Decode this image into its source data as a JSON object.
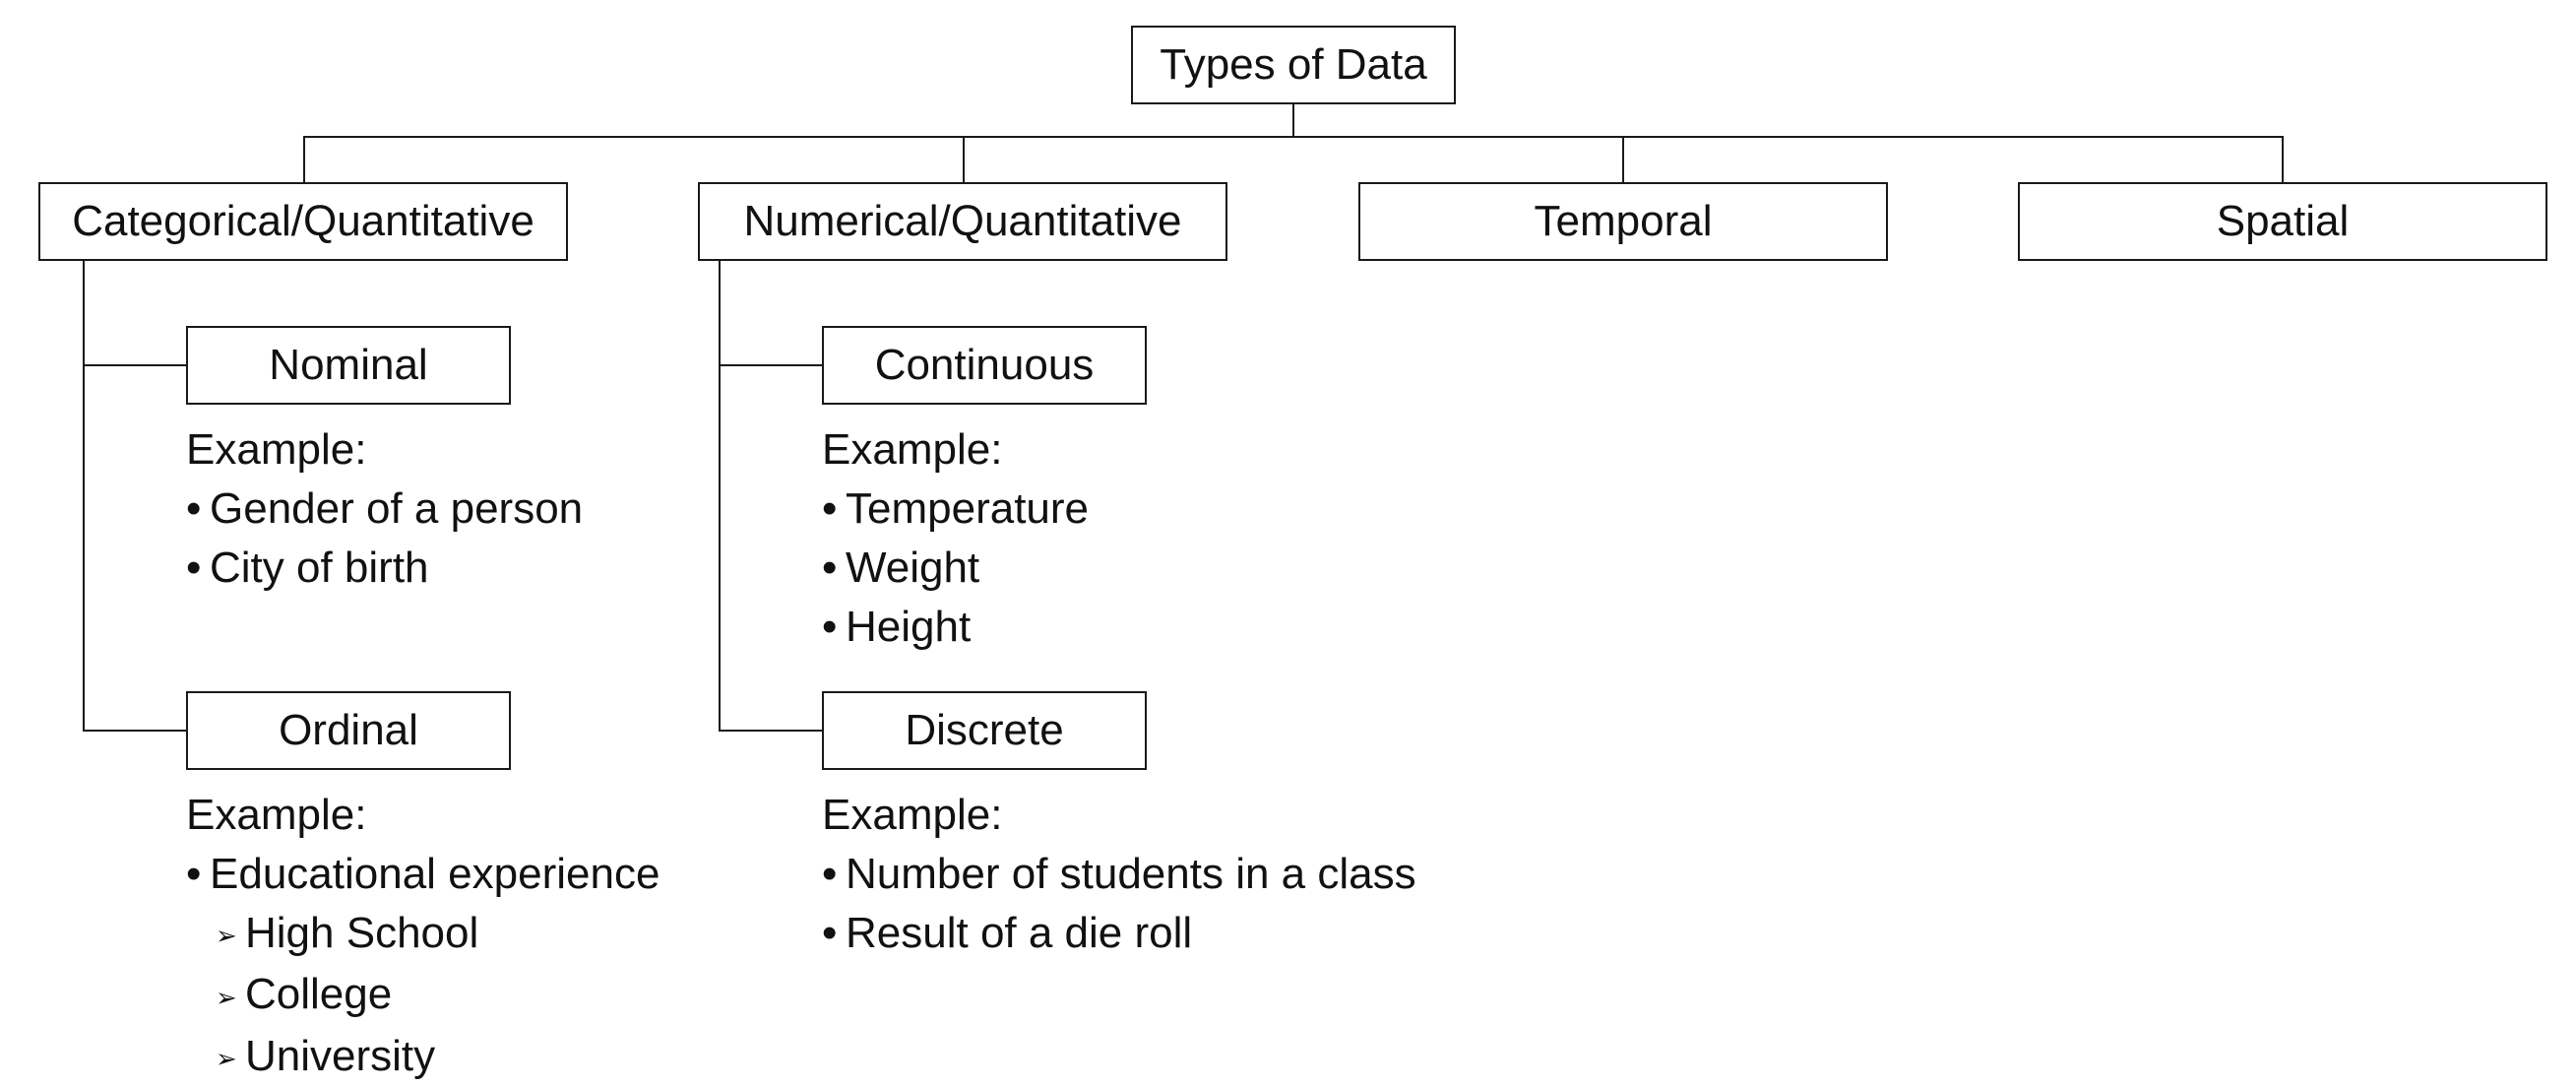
{
  "root": {
    "label": "Types of Data"
  },
  "level1": [
    {
      "label": "Categorical/Quantitative"
    },
    {
      "label": "Numerical/Quantitative"
    },
    {
      "label": "Temporal"
    },
    {
      "label": "Spatial"
    }
  ],
  "categorical": {
    "nominal": {
      "label": "Nominal",
      "example_heading": "Example:",
      "items": [
        "Gender of a person",
        "City of birth"
      ]
    },
    "ordinal": {
      "label": "Ordinal",
      "example_heading": "Example:",
      "items": [
        "Educational experience"
      ],
      "subitems": [
        "High School",
        "College",
        "University"
      ]
    }
  },
  "numerical": {
    "continuous": {
      "label": "Continuous",
      "example_heading": "Example:",
      "items": [
        "Temperature",
        "Weight",
        "Height"
      ]
    },
    "discrete": {
      "label": "Discrete",
      "example_heading": "Example:",
      "items": [
        "Number of students in a class",
        "Result of a die roll"
      ]
    }
  },
  "symbols": {
    "bullet": "•",
    "arrow": "➢"
  }
}
